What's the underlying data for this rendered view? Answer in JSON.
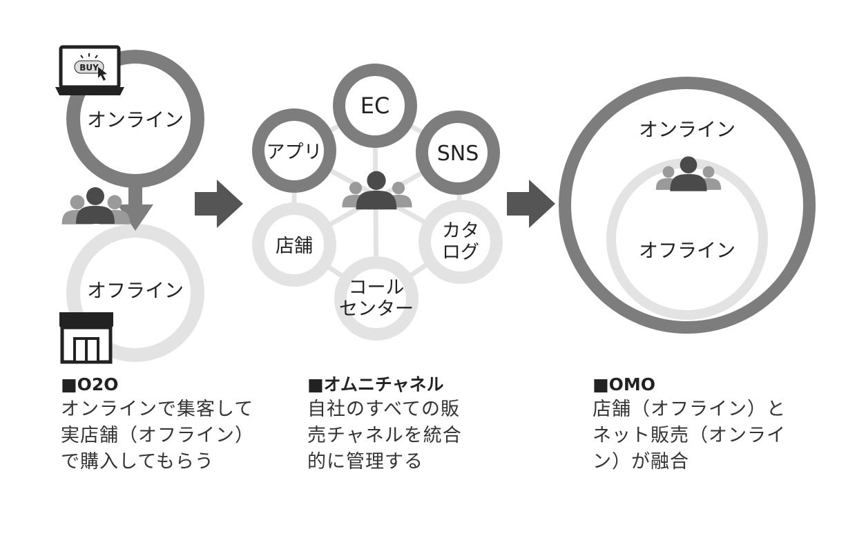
{
  "o2o": {
    "online_label": "オンライン",
    "offline_label": "オフライン",
    "buy_label": "BUY",
    "title": "■O2O",
    "desc": [
      "オンラインで集客して",
      "実店舗（オフライン）",
      "で購入してもらう"
    ]
  },
  "omni": {
    "nodes": {
      "ec": "EC",
      "app": "アプリ",
      "sns": "SNS",
      "store": "店舗",
      "catalog": [
        "カタ",
        "ログ"
      ],
      "callcenter": [
        "コール",
        "センター"
      ]
    },
    "title": "■オムニチャネル",
    "desc": [
      "自社のすべての販",
      "売チャネルを統合",
      "的に管理する"
    ]
  },
  "omo": {
    "online_label": "オンライン",
    "offline_label": "オフライン",
    "title": "■OMO",
    "desc": [
      "店舗（オフライン）と",
      "ネット販売（オンライ",
      "ン）が融合"
    ]
  },
  "colors": {
    "dark_ring": "#7d7d7d",
    "light_ring": "#e3e3e3",
    "arrow": "#555555",
    "person_main": "#4a4a4a",
    "person_side": "#9a9a9a"
  }
}
